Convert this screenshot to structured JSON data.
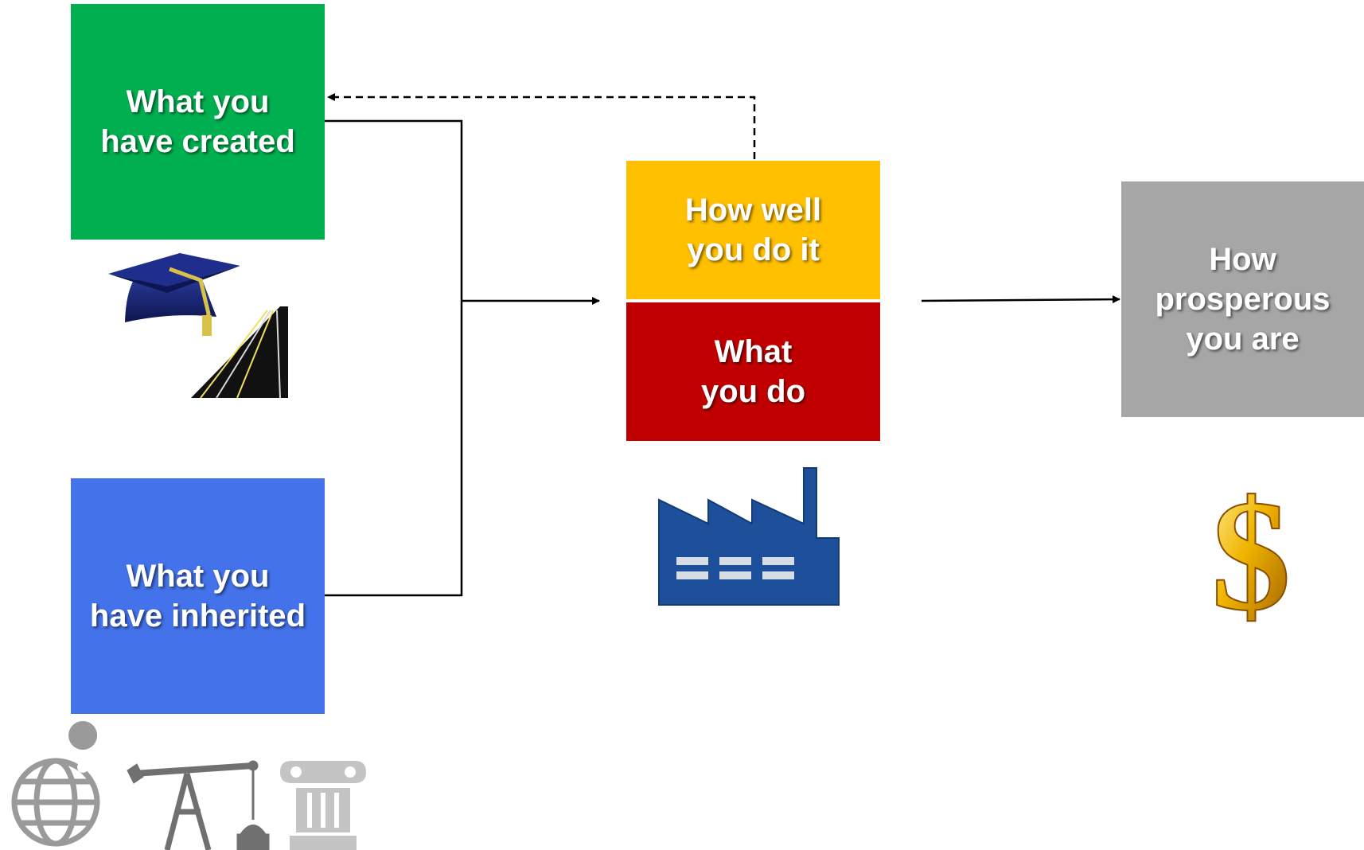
{
  "boxes": {
    "created": {
      "label": "What you\nhave created",
      "color": "#00B050"
    },
    "inherited": {
      "label": "What you\nhave inherited",
      "color": "#4472EA"
    },
    "how_well": {
      "label": "How well\nyou do it",
      "color": "#FFC000"
    },
    "what_do": {
      "label": "What\nyou do",
      "color": "#C00000"
    },
    "prosper": {
      "label": "How\nprosperous\nyou are",
      "color": "#A6A6A6"
    }
  },
  "icons": {
    "education": "graduation-cap-icon",
    "infrastructure": "road-icon",
    "industry": "factory-icon",
    "wealth": "dollar-sign-icon",
    "geography": "globe-location-icon",
    "resources": "oil-pump-icon",
    "institutions": "column-icon"
  }
}
